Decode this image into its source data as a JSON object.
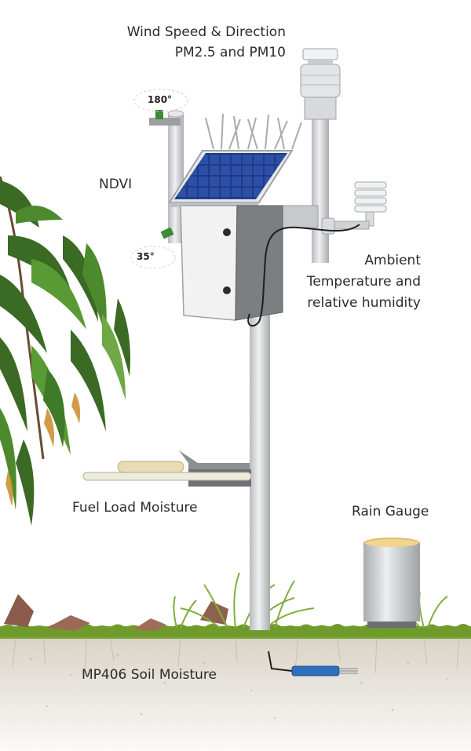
{
  "labels": {
    "wind": "Wind Speed & Direction",
    "pm": "PM2.5 and PM10",
    "ndvi": "NDVI",
    "angle_top": "180°",
    "angle_bottom": "35°",
    "ambient_1": "Ambient",
    "ambient_2": "Temperature and",
    "ambient_3": "relative humidity",
    "fuel": "Fuel Load Moisture",
    "rain": "Rain Gauge",
    "soil": "MP406 Soil Moisture"
  },
  "colors": {
    "pole": "#d3d5d6",
    "enclosure": "#ebebeb",
    "solar": "#1f3a8a",
    "grass": "#6f9b2c",
    "soil": "#e9e6e1",
    "leaf": "#3a6a24",
    "probe": "#2f6fbf"
  }
}
